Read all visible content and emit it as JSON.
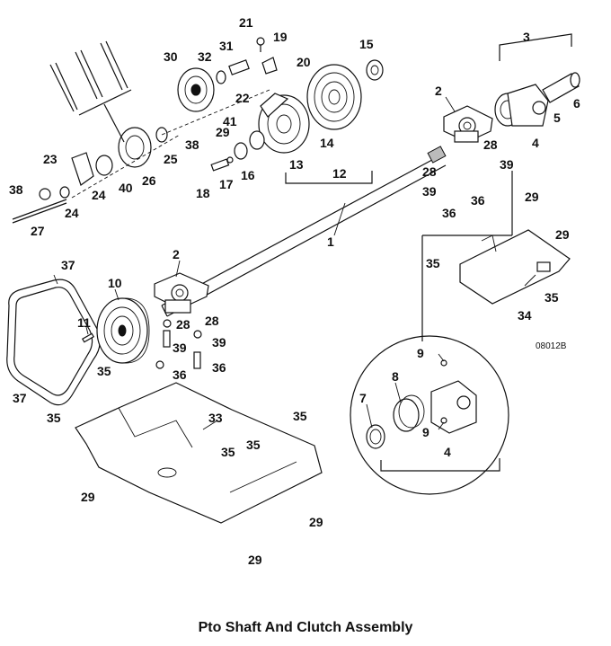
{
  "title": "Pto Shaft And Clutch Assembly",
  "drawing_code": "08012B",
  "callouts": [
    "1",
    "2",
    "2",
    "3",
    "4",
    "4",
    "5",
    "6",
    "7",
    "8",
    "9",
    "9",
    "10",
    "11",
    "12",
    "13",
    "14",
    "15",
    "16",
    "17",
    "18",
    "19",
    "20",
    "21",
    "22",
    "23",
    "24",
    "24",
    "25",
    "26",
    "27",
    "28",
    "28",
    "28",
    "28",
    "29",
    "29",
    "29",
    "29",
    "29",
    "29",
    "30",
    "31",
    "32",
    "33",
    "34",
    "35",
    "35",
    "35",
    "35",
    "35",
    "35",
    "35",
    "36",
    "36",
    "36",
    "36",
    "37",
    "37",
    "38",
    "38",
    "39",
    "39",
    "39",
    "39",
    "40",
    "41"
  ]
}
